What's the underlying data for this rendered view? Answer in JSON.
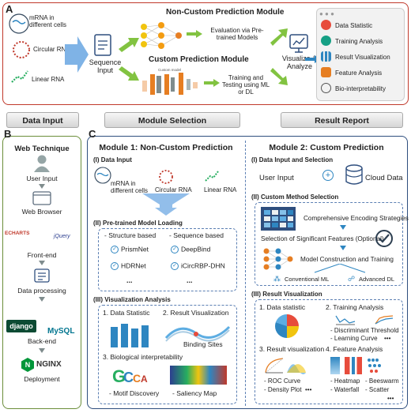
{
  "panel_a": {
    "letter": "A",
    "inputs": [
      "mRNA in different cells",
      "Circular RNA",
      "Linear RNA"
    ],
    "sequence_input": "Sequence Input",
    "non_custom_title": "Non-Custom Prediction Module",
    "non_custom_desc": "Evaluation via Pre-trained Models",
    "custom_title": "Custom Prediction Module",
    "custom_desc": "Training and Testing using ML or DL",
    "custom_model_tag": "Custom model",
    "visualize": "Visualize & Analyze",
    "outputs": [
      "Data Statistic",
      "Training Analysis",
      "Result Visualization",
      "Feature Analysis",
      "Bio-interpretability"
    ]
  },
  "stage_headers": [
    "Data Input",
    "Module Selection",
    "Result Report"
  ],
  "panel_b": {
    "letter": "B",
    "title": "Web Technique",
    "steps": [
      "User Input",
      "Web Browser",
      "Front-end",
      "Data processing",
      "Back-end",
      "Deployment"
    ],
    "logos": {
      "echarts": "ECHARTS",
      "jquery": "jQuery",
      "django": "django",
      "mysql": "MySQL",
      "nginx": "NGINX",
      "nginx_letter": "N"
    }
  },
  "panel_c": {
    "letter": "C",
    "module1": {
      "title": "Module 1: Non-Custom Prediction",
      "s1": "(I) Data Input",
      "inputs": [
        "mRNA in different cells",
        "Circular RNA",
        "Linear RNA"
      ],
      "s2": "(II) Pre-trained Model Loading",
      "structure": "- Structure based",
      "sequence": "- Sequence based",
      "models": [
        "PrismNet",
        "DeepBind",
        "HDRNet",
        "iCircRBP-DHN"
      ],
      "ellipsis": "...",
      "s3": "(III) Visualization Analysis",
      "v1": "1. Data Statistic",
      "v2": "2. Result Visualization",
      "binding": "Binding Sites",
      "v3": "3. Biological interpretability",
      "motif": "- Motif Discovery",
      "saliency": "- Saliency Map"
    },
    "module2": {
      "title": "Module 2: Custom Prediction",
      "s1": "(I) Data Input and Selection",
      "user_input": "User Input",
      "cloud": "Cloud Data",
      "plus": "+",
      "s2": "(II) Custom Method Selection",
      "enc": "Comprehensive Encoding Strategies",
      "feat": "Selection of Significant Features (Optional)",
      "model": "Model Construction and Training",
      "ml": "Conventional ML",
      "dl": "Advanced DL",
      "s3": "(III) Result Visualization",
      "r1": "1. Data statistic",
      "r2": "2. Training Analysis",
      "r2a": "- Discriminant Threshold",
      "r2b": "- Learning Curve",
      "r3": "3. Result visualization",
      "r3a": "- ROC Curve",
      "r3b": "- Density Plot",
      "r4": "4. Feature Analysis",
      "r4a": "- Heatmap",
      "r4b": "- Waterfall",
      "r4c": "- Beeswarm",
      "r4d": "- Scatter",
      "dots": "•••"
    }
  },
  "colors": {
    "red": "#c0392b",
    "green": "#6b8e3a",
    "navy": "#2e4e7e",
    "blue": "#2e86c1",
    "orange": "#e67e22"
  }
}
